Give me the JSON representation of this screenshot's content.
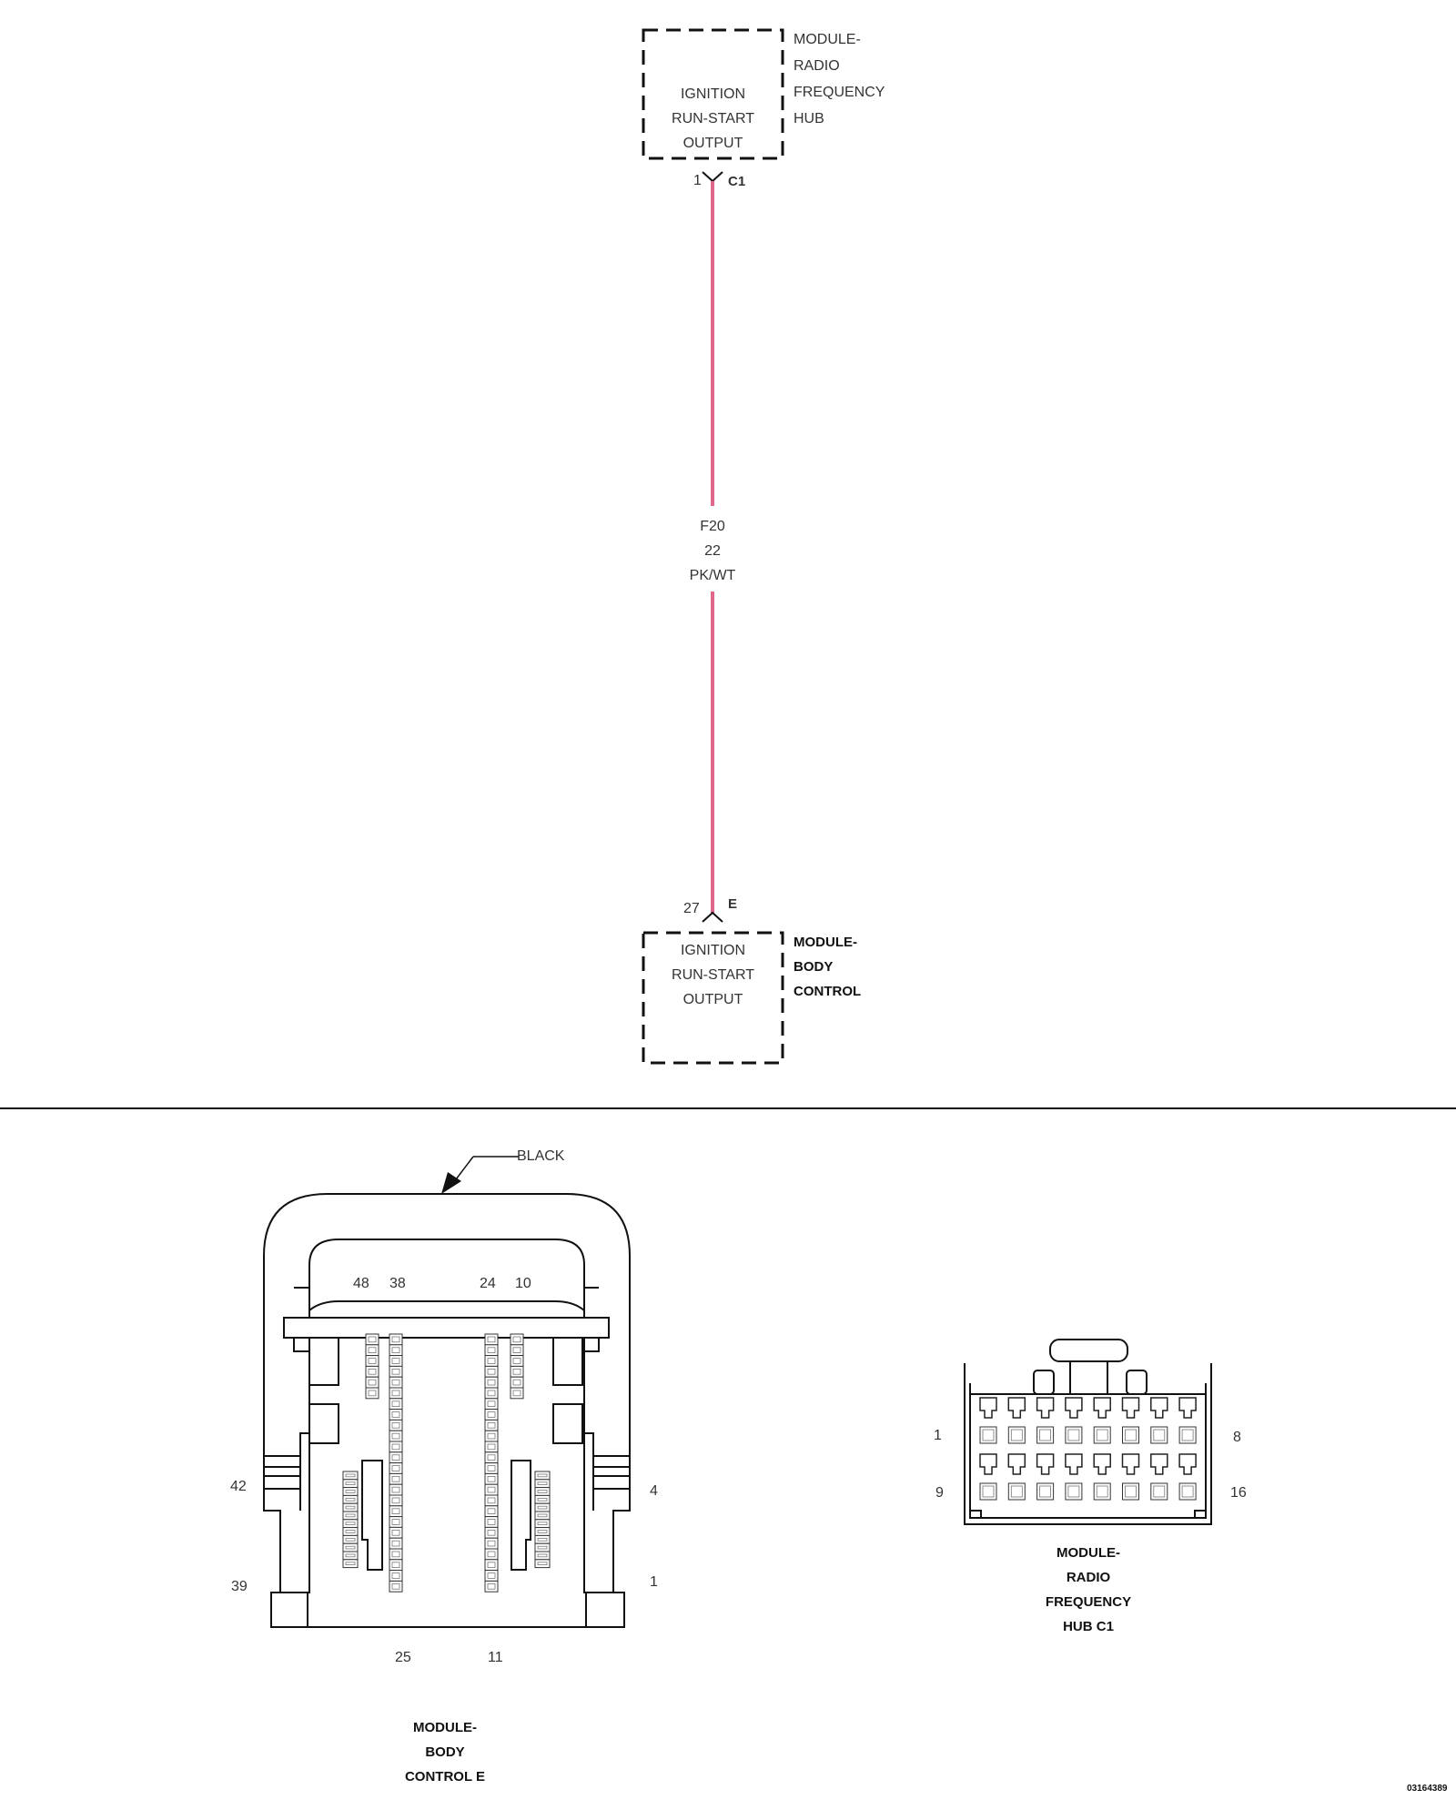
{
  "top_module": {
    "name_lines": [
      "MODULE-",
      "RADIO",
      "FREQUENCY",
      "HUB"
    ],
    "function_lines": [
      "IGNITION",
      "RUN-START",
      "OUTPUT"
    ],
    "pin": "1",
    "connector": "C1"
  },
  "wire": {
    "circuit": "F20",
    "gauge": "22",
    "color_code": "PK/WT",
    "color": "#e0668a"
  },
  "bottom_module": {
    "name_lines": [
      "MODULE-",
      "BODY",
      "CONTROL"
    ],
    "function_lines": [
      "IGNITION",
      "RUN-START",
      "OUTPUT"
    ],
    "pin": "27",
    "connector": "E"
  },
  "connector_bcm": {
    "color_label": "BLACK",
    "pin_numbers": {
      "p48": "48",
      "p38": "38",
      "p24": "24",
      "p10": "10",
      "p42": "42",
      "p39": "39",
      "p4": "4",
      "p1": "1",
      "p25": "25",
      "p11": "11"
    },
    "name_lines": [
      "MODULE-",
      "BODY",
      "CONTROL E"
    ]
  },
  "connector_rfh": {
    "pin_numbers": {
      "p1": "1",
      "p8": "8",
      "p9": "9",
      "p16": "16"
    },
    "name_lines": [
      "MODULE-",
      "RADIO",
      "FREQUENCY",
      "HUB C1"
    ]
  },
  "figure_id": "03164389"
}
